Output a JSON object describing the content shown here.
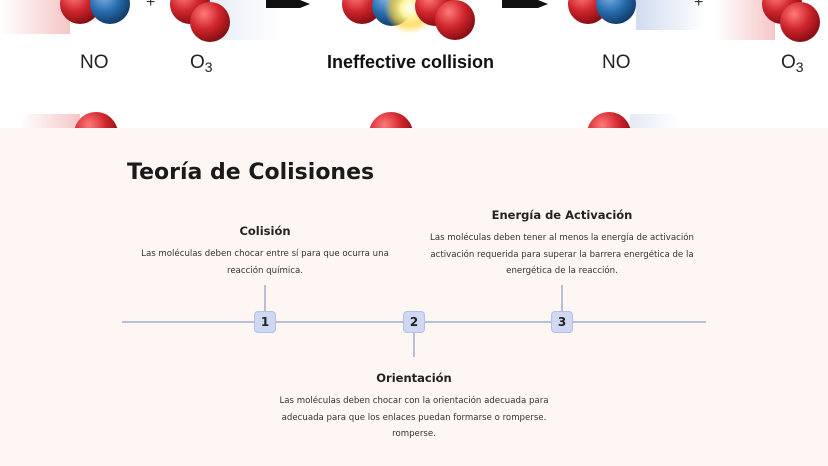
{
  "illustration": {
    "left_molecule_label": "NO",
    "left_reactant_label": "O",
    "left_reactant_subscript": "3",
    "caption": "Ineffective collision",
    "right_molecule_label": "NO",
    "right_reactant_label": "O",
    "right_reactant_subscript": "3",
    "plus_sign": "+",
    "colors": {
      "oxygen": "#d0262d",
      "nitrogen": "#2a6fb0"
    }
  },
  "slide": {
    "title": "Teoría de Colisiones",
    "steps": [
      {
        "number": "1",
        "title": "Colisión",
        "description_lines": [
          "Las moléculas deben chocar entre sí para que ocurra una",
          "reacción química."
        ]
      },
      {
        "number": "2",
        "title": "Orientación",
        "description_lines": [
          "Las moléculas deben chocar con la orientación adecuada para",
          "adecuada para que los enlaces puedan formarse o romperse.",
          "romperse."
        ]
      },
      {
        "number": "3",
        "title": "Energía de Activación",
        "description_lines": [
          "Las moléculas deben tener al menos la energía de activación",
          "activación requerida para superar la barrera energética de la",
          "energética de la reacción."
        ]
      }
    ],
    "colors": {
      "background": "#fdf6f2",
      "timeline": "#b9bedb",
      "marker": "#cfd8f3"
    }
  }
}
